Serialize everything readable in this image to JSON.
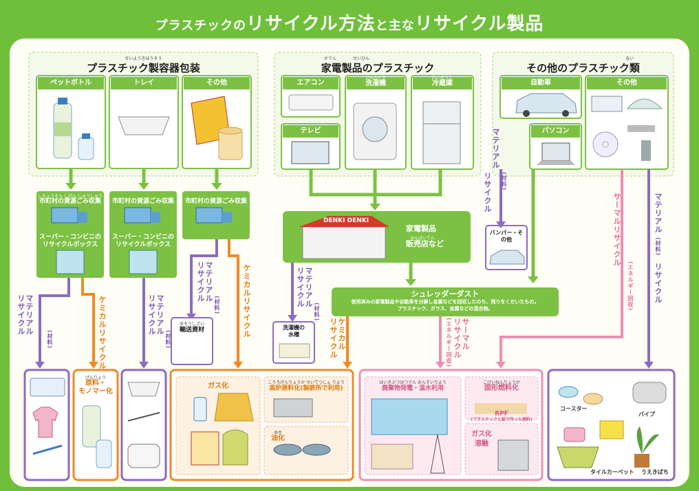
{
  "title": {
    "part1": "プラスチックの",
    "part2": "リサイクル方法",
    "part3": "と主な",
    "part4": "リサイクル製品"
  },
  "sections": {
    "containers": {
      "title": "プラスチック製容器包装",
      "ruby": "せいようきほうそう",
      "items": [
        "ペットボトル",
        "トレイ",
        "その他"
      ]
    },
    "appliances": {
      "title": "家電製品のプラスチック",
      "ruby_kaden": "かでん",
      "ruby_seihin": "せいひん",
      "items": [
        "エアコン",
        "洗濯機",
        "冷蔵庫",
        "テレビ"
      ],
      "ruby_sentakuki": "せんたくき",
      "ruby_reizouko": "れいぞうこ"
    },
    "others": {
      "title": "その他のプラスチック類",
      "ruby": "るい",
      "items": [
        "自動車",
        "その他",
        "パソコン"
      ]
    }
  },
  "collection": {
    "box1": {
      "title": "市町村の資源ごみ収集",
      "ruby": "しちょうそん しげん しゅうしゅう",
      "store": "スーパー・コンビニの",
      "box": "リサイクルボックス"
    },
    "box2": {
      "title": "市町村の資源ごみ収集",
      "store": "スーパー・コンビニの",
      "box": "リサイクルボックス"
    },
    "box3": {
      "title": "市町村の資源ごみ収集"
    }
  },
  "shop": {
    "sign": "DENKI DENKI",
    "label1": "家電製品",
    "ruby": "はんばいてん",
    "label2": "販売店など"
  },
  "bumper": {
    "label": "バンパー・その他"
  },
  "shredder": {
    "title": "シュレッダーダスト",
    "line1": "使用済みの家電製品や自動車を分解し金属などを回収したのち、残りをくだいたもの。",
    "line2": "プラスチック、ガラス、金属などの混合物。"
  },
  "routes": {
    "material": "マテリアル",
    "material_sub": "(材料)",
    "recycle": "リサイクル",
    "chemical": "ケミカルリサイクル",
    "chemical_a": "ケミカル",
    "thermal": "サーマルリサイクル",
    "thermal_sub": "(エネルギー回収)",
    "thermal_a": "サーマル",
    "energy": "(エネルギー回収)"
  },
  "products": {
    "conveyor": {
      "ruby": "ゆそうしざい",
      "label": "輸送資材"
    },
    "washer_tank": {
      "label": "洗濯機の",
      "label2": "水槽"
    },
    "monomer": {
      "ruby": "げんりょう",
      "label1": "原料・",
      "label2": "モノマー化"
    },
    "gas": "ガス化",
    "blast": {
      "ruby": "こうろげんりょうか せいてつしょ りよう",
      "label": "高炉原料化(製鉄所で利用)"
    },
    "oil": {
      "ruby": "ゆか",
      "label": "油化"
    },
    "power": {
      "ruby": "はいきぶつはつでん おんすいりよう",
      "label": "廃棄物発電・温水利用"
    },
    "solid": {
      "ruby": "こけいねんりょうか",
      "label": "固形燃料化"
    },
    "rpf": {
      "label": "RPF",
      "sub": "(プラスチックと紙で作った燃料)"
    },
    "gasmelt": {
      "label1": "ガス化",
      "label2": "溶融"
    },
    "coaster": "コースター",
    "pipe": "パイプ",
    "tile": "タイルカーペット",
    "pot": "うえきばち"
  },
  "colors": {
    "bg": "#6fbf3a",
    "green": "#7cc143",
    "purple": "#8c6bbf",
    "orange": "#f08a24",
    "pink": "#ef8fb0",
    "white": "#ffffff",
    "panel": "#f7fbf0"
  }
}
